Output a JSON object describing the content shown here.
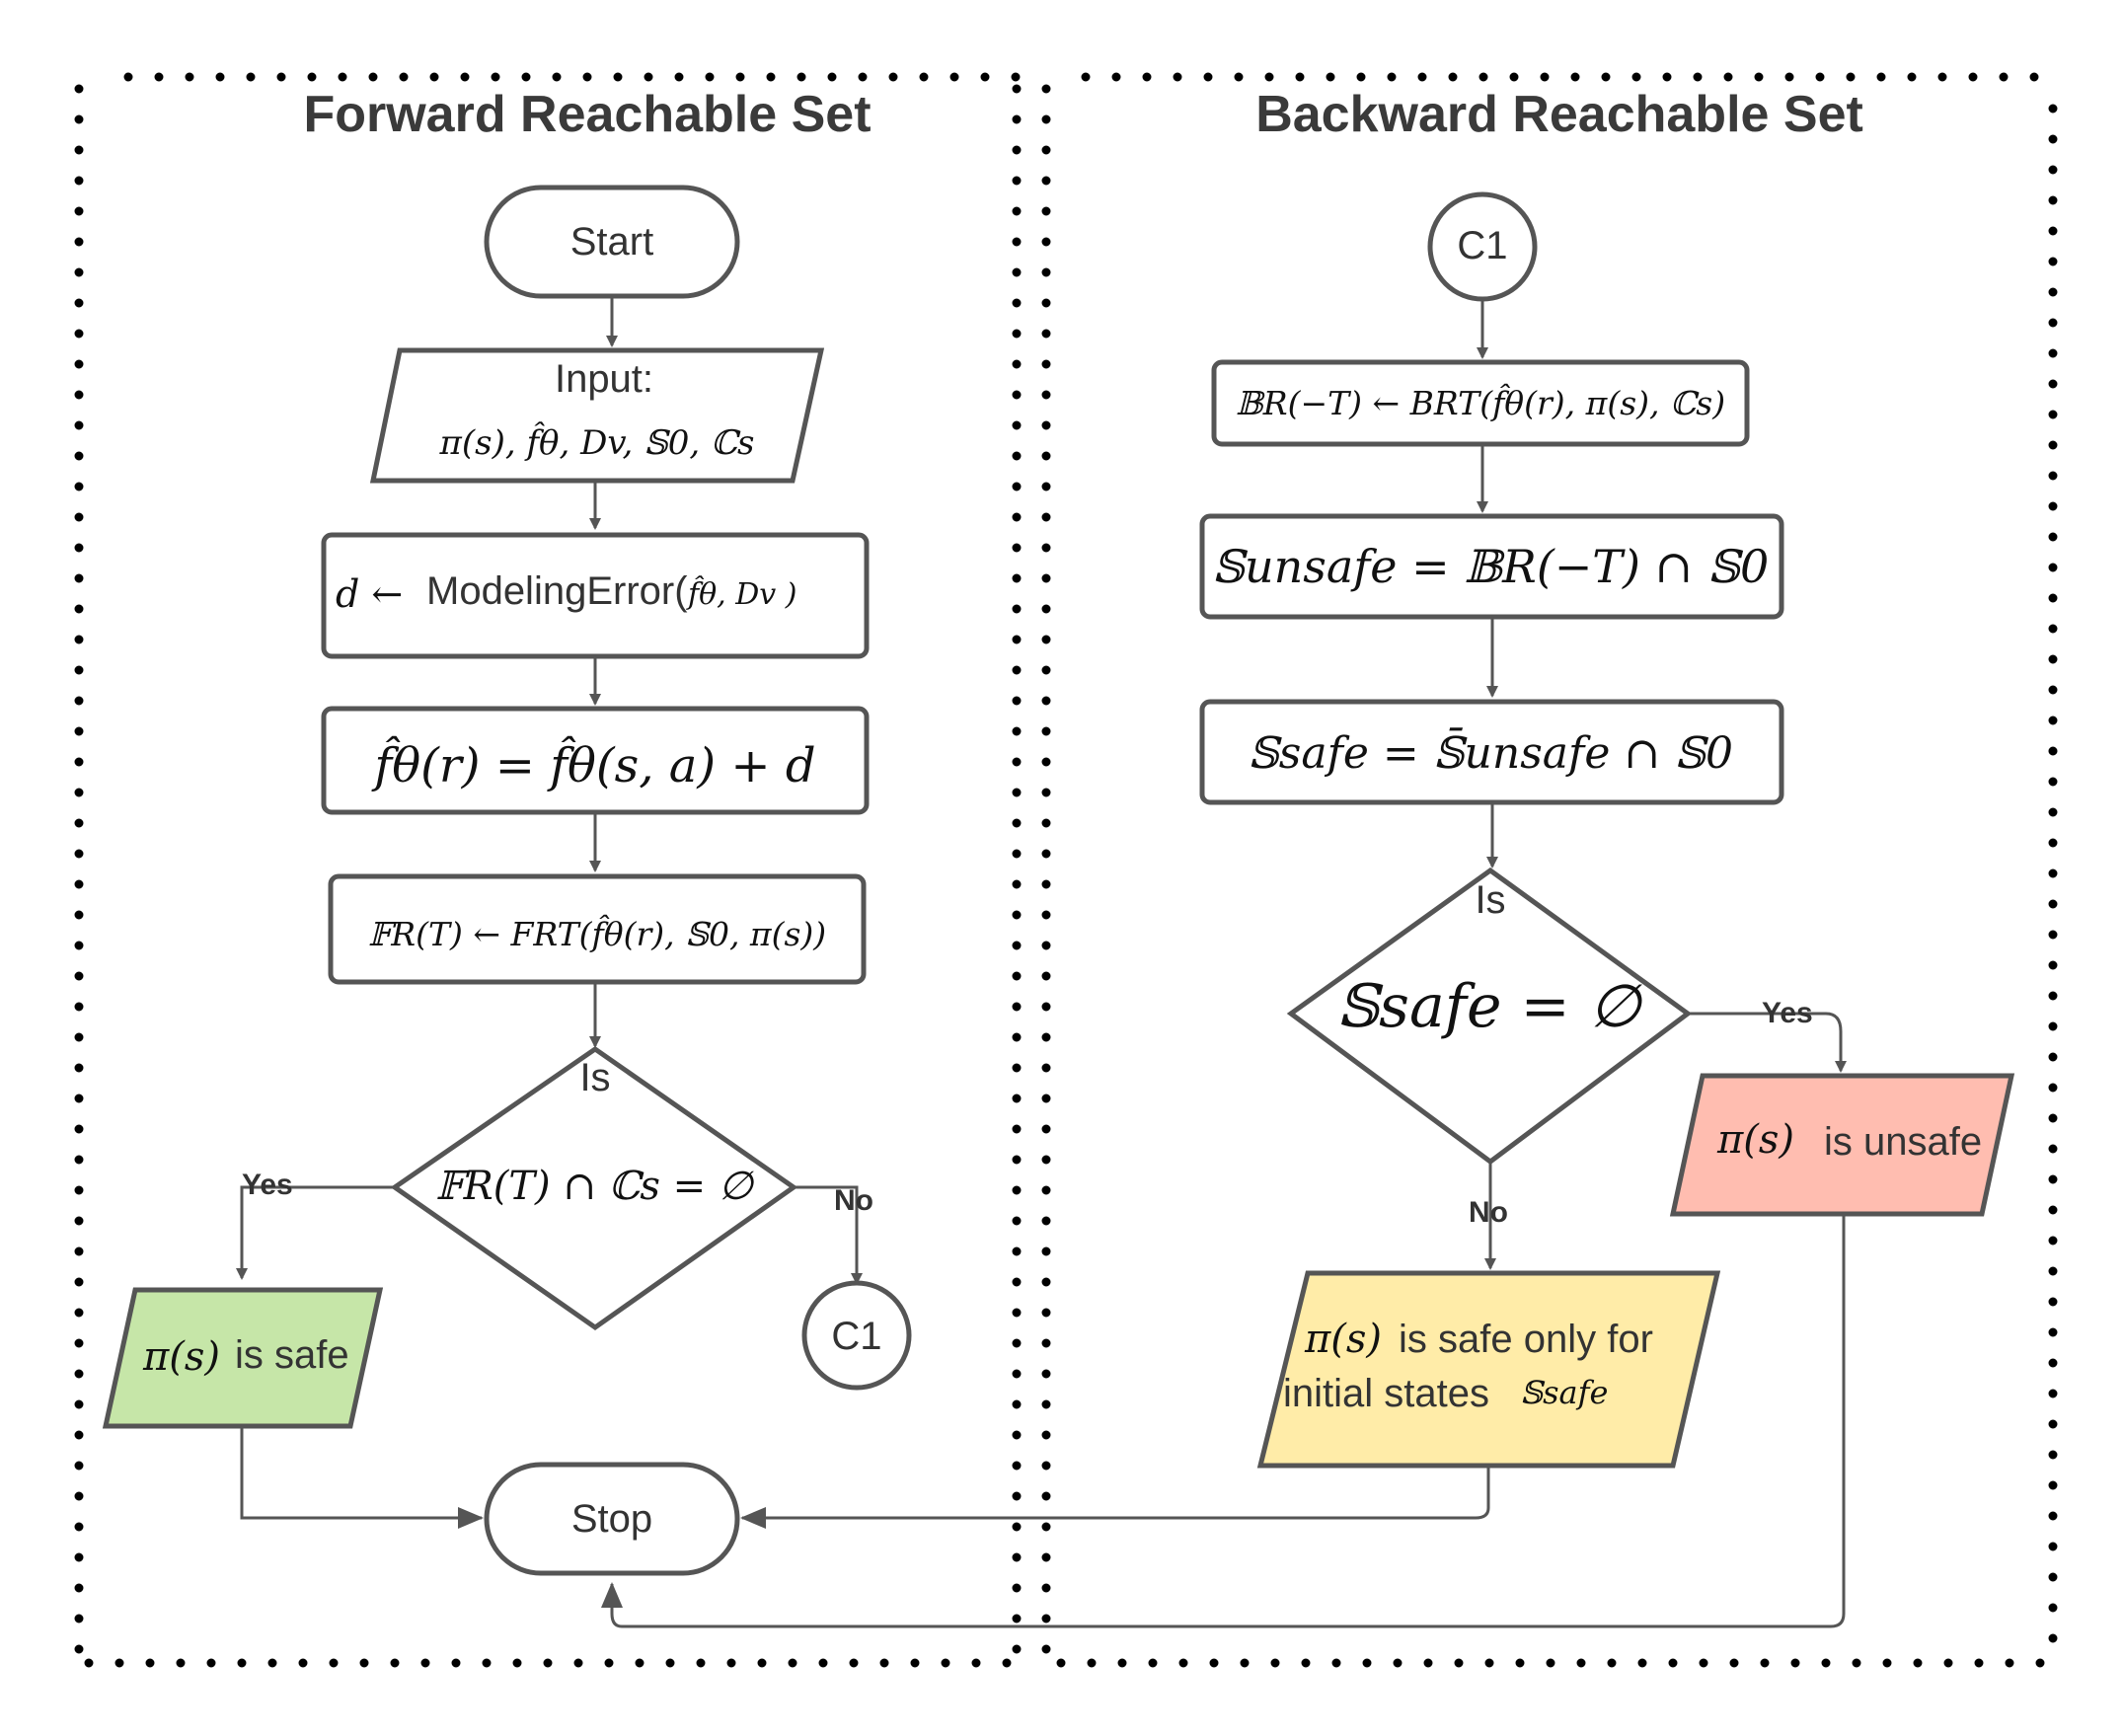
{
  "panels": {
    "forward_title": "Forward Reachable Set",
    "backward_title": "Backward Reachable Set"
  },
  "nodes": {
    "start": "Start",
    "stop": "Stop",
    "input_label": "Input:",
    "input_math": "π(s), f̂θ, Dv, 𝕊0, ℂs",
    "modeling_prefix": "d ←",
    "modeling_func": "ModelingError(",
    "modeling_args": "f̂θ, Dv )",
    "robust_model": "f̂θ(r) = f̂θ(s, a) + d",
    "frt": "𝔽R(T) ← FRT(f̂θ(r), 𝕊0, π(s))",
    "decision1_is": "Is",
    "decision1_cond": "𝔽R(T) ∩ ℂs = ∅",
    "safe_math": "π(s)",
    "safe_text": "is safe",
    "c1_forward": "C1",
    "c1_backward": "C1",
    "brt": "𝔹R(−T) ← BRT(f̂θ(r), π(s), ℂs)",
    "unsafe_set": "𝕊unsafe = 𝔹R(−T) ∩ 𝕊0",
    "safe_set": "𝕊safe = 𝕊̄unsafe ∩ 𝕊0",
    "decision2_is": "Is",
    "decision2_cond": "𝕊safe = ∅",
    "unsafe_math": "π(s)",
    "unsafe_text": "is unsafe",
    "partial_math": "π(s)",
    "partial_text1": "is safe only for",
    "partial_text2": "initial states",
    "partial_set": "𝕊safe"
  },
  "edges": {
    "d1_yes": "Yes",
    "d1_no": "No",
    "d2_yes": "Yes",
    "d2_no": "No"
  },
  "colors": {
    "safe_fill": "#c6e6a8",
    "unsafe_fill": "#ffbdb0",
    "partial_fill": "#ffeca8",
    "stroke": "#555555"
  }
}
